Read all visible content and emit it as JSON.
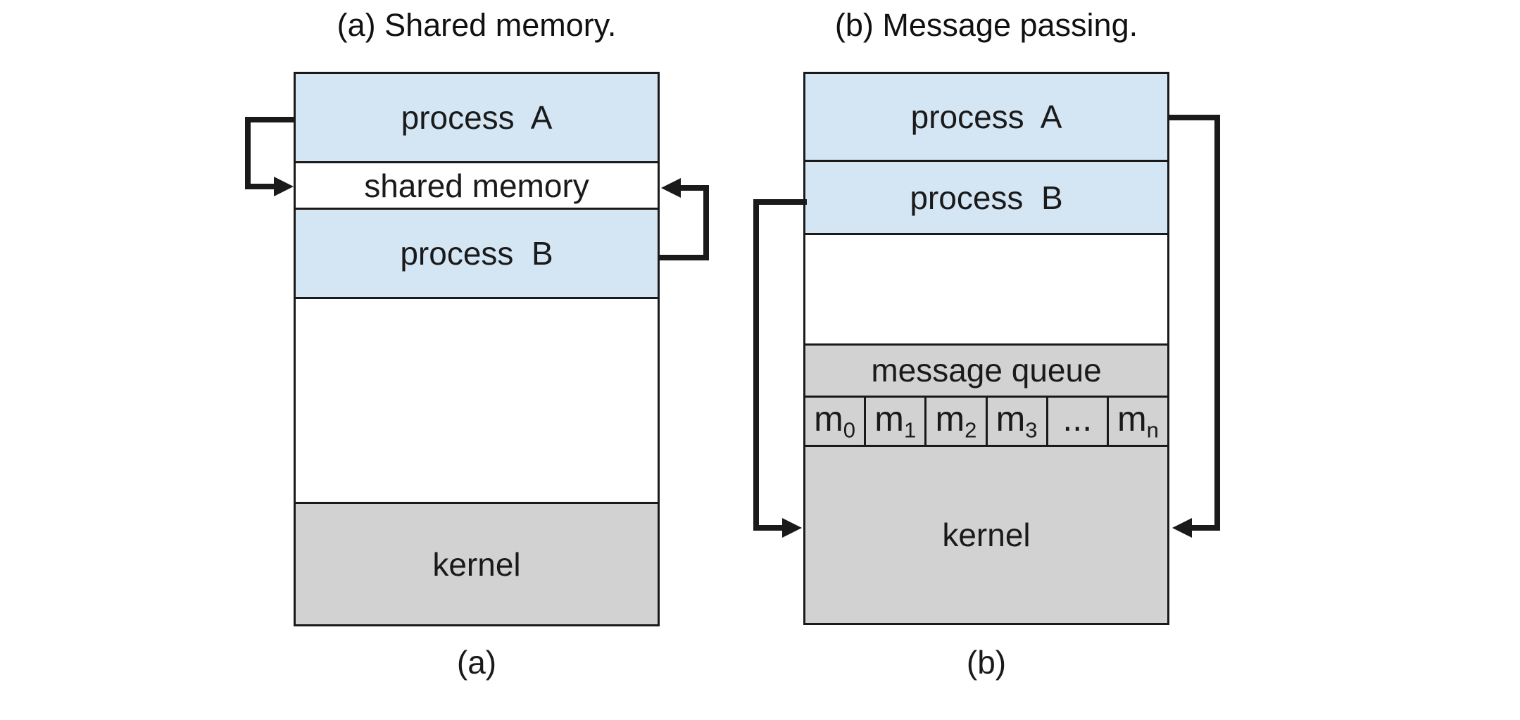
{
  "titles": {
    "a": "(a) Shared memory.",
    "b": "(b) Message passing."
  },
  "colors": {
    "process_fill": "#d4e5f4",
    "kernel_fill": "#d2d2d2",
    "line": "#1a1a1a",
    "background": "#ffffff"
  },
  "diagram_a": {
    "caption": "(a)",
    "boxes": {
      "process_a": "process  A",
      "shared_memory": "shared memory",
      "process_b": "process  B",
      "kernel": "kernel"
    }
  },
  "diagram_b": {
    "caption": "(b)",
    "boxes": {
      "process_a": "process  A",
      "process_b": "process  B",
      "message_queue": "message queue",
      "kernel": "kernel"
    },
    "queue_cells": [
      {
        "base": "m",
        "sub": "0"
      },
      {
        "base": "m",
        "sub": "1"
      },
      {
        "base": "m",
        "sub": "2"
      },
      {
        "base": "m",
        "sub": "3"
      },
      {
        "base": "...",
        "sub": ""
      },
      {
        "base": "m",
        "sub": "n"
      }
    ]
  }
}
